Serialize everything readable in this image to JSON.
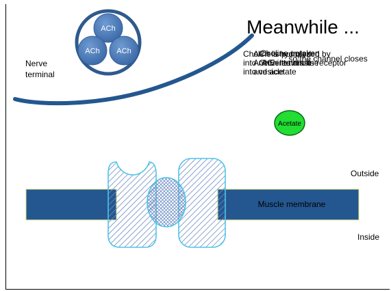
{
  "title": "Meanwhile ...",
  "labels": {
    "nerve_terminal": "Nerve terminal",
    "outside": "Outside",
    "inside": "Inside",
    "muscle_membrane": "Muscle membrane",
    "acetate": "Acetate",
    "ach": "ACh"
  },
  "overlapping_text": {
    "line_a": "Choline is pumped\ninto nerve terminal\ninto vesicle",
    "line_b": "ACh is hydrolyzed by\nAChE into choline\nand acetate",
    "line_c": "... so the channel closes",
    "line_d": "ACh leaves its receptor",
    "line_e": "Choline uptaken"
  },
  "colors": {
    "ach_fill": "#4a7aba",
    "vesicle_ring": "#2f5a8c",
    "membrane": "#24578f",
    "channel_hatch": "#6b8bc2",
    "channel_border": "#4fc3e8",
    "acetate_fill": "#22dd33"
  }
}
